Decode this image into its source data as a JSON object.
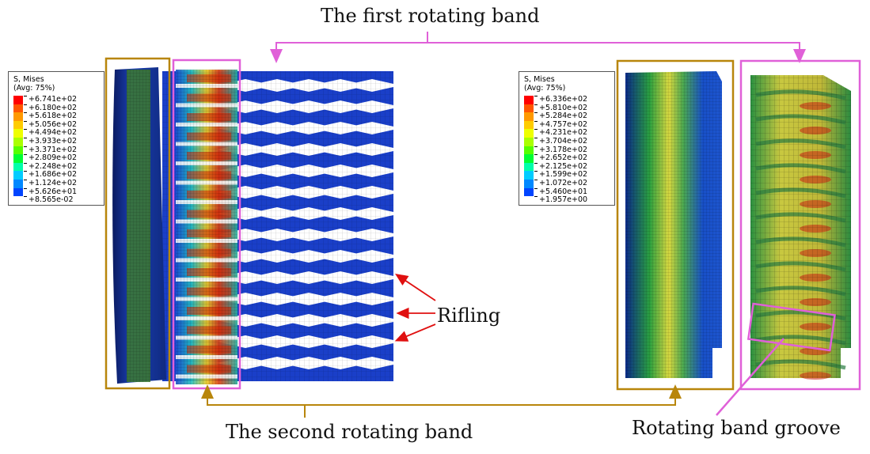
{
  "captions": {
    "first_band": "The first rotating band",
    "second_band": "The second rotating band",
    "rifling": "Rifling",
    "groove": "Rotating band groove"
  },
  "legend_left": {
    "title1": "S, Mises",
    "title2": "(Avg: 75%)",
    "values": [
      "+6.741e+02",
      "+6.180e+02",
      "+5.618e+02",
      "+5.056e+02",
      "+4.494e+02",
      "+3.933e+02",
      "+3.371e+02",
      "+2.809e+02",
      "+2.248e+02",
      "+1.686e+02",
      "+1.124e+02",
      "+5.626e+01",
      "+8.565e-02"
    ]
  },
  "legend_right": {
    "title1": "S, Mises",
    "title2": "(Avg: 75%)",
    "values": [
      "+6.336e+02",
      "+5.810e+02",
      "+5.284e+02",
      "+4.757e+02",
      "+4.231e+02",
      "+3.704e+02",
      "+3.178e+02",
      "+2.652e+02",
      "+2.125e+02",
      "+1.599e+02",
      "+1.072e+02",
      "+5.460e+01",
      "+1.957e+00"
    ]
  },
  "colors": {
    "magenta": "#e060d8",
    "gold": "#b8860b",
    "red_arrow": "#e01010",
    "scale": [
      "#ff0000",
      "#ff5500",
      "#ff9900",
      "#ffcc00",
      "#eeff00",
      "#aaff00",
      "#55ff00",
      "#00ff33",
      "#00ffaa",
      "#00ccff",
      "#0088ff",
      "#0044ff",
      "#0000ff"
    ]
  }
}
